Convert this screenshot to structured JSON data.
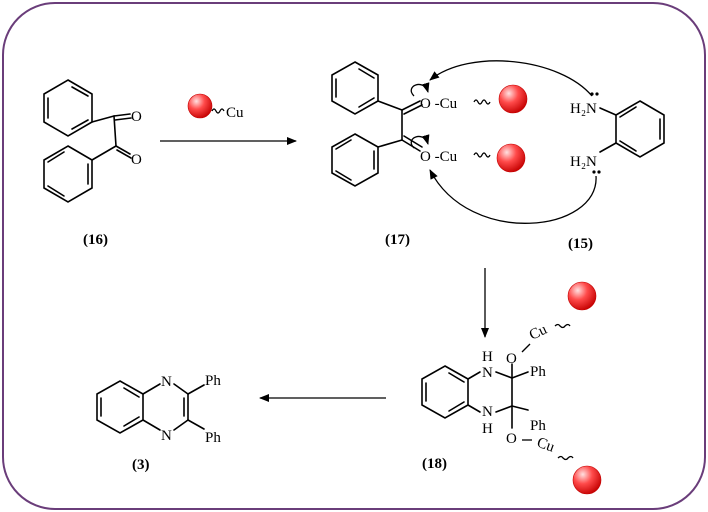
{
  "labels": {
    "c16": "(16)",
    "c17": "(17)",
    "c15": "(15)",
    "c18": "(18)",
    "c3": "(3)"
  },
  "atoms": {
    "o": "O",
    "n": "N",
    "h": "H",
    "cu": "Cu",
    "o_cu": "O -Cu",
    "ph": "Ph",
    "h2n": "H₂N"
  },
  "colors": {
    "frame": "#6a3d7a",
    "bead_light": "#ffd6d6",
    "bead_mid": "#ff4b4b",
    "bead_dark": "#c40000"
  }
}
